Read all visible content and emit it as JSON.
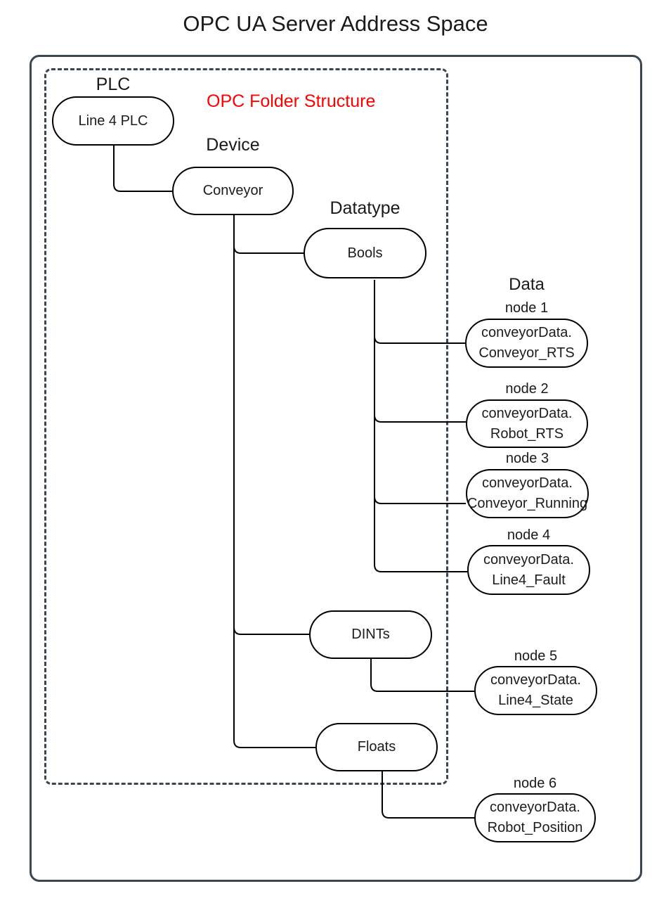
{
  "title": "OPC UA Server Address Space",
  "annotation": {
    "folder_structure": "OPC Folder Structure"
  },
  "column_headers": {
    "plc": "PLC",
    "device": "Device",
    "datatype": "Datatype",
    "data": "Data"
  },
  "nodes": {
    "plc": {
      "label": "Line 4 PLC"
    },
    "device": {
      "label": "Conveyor"
    },
    "datatypes": {
      "bools": "Bools",
      "dints": "DINTs",
      "floats": "Floats"
    },
    "data": [
      {
        "label": "node 1",
        "line1": "conveyorData.",
        "line2": "Conveyor_RTS"
      },
      {
        "label": "node 2",
        "line1": "conveyorData.",
        "line2": "Robot_RTS"
      },
      {
        "label": "node 3",
        "line1": "conveyorData.",
        "line2": "Conveyor_Running"
      },
      {
        "label": "node 4",
        "line1": "conveyorData.",
        "line2": "Line4_Fault"
      },
      {
        "label": "node 5",
        "line1": "conveyorData.",
        "line2": "Line4_State"
      },
      {
        "label": "node 6",
        "line1": "conveyorData.",
        "line2": "Robot_Position"
      }
    ]
  },
  "colors": {
    "annotation_red": "#ff0000",
    "frame_border": "#3c4650",
    "node_border": "#000000",
    "background": "#ffffff",
    "connector": "#000000"
  }
}
